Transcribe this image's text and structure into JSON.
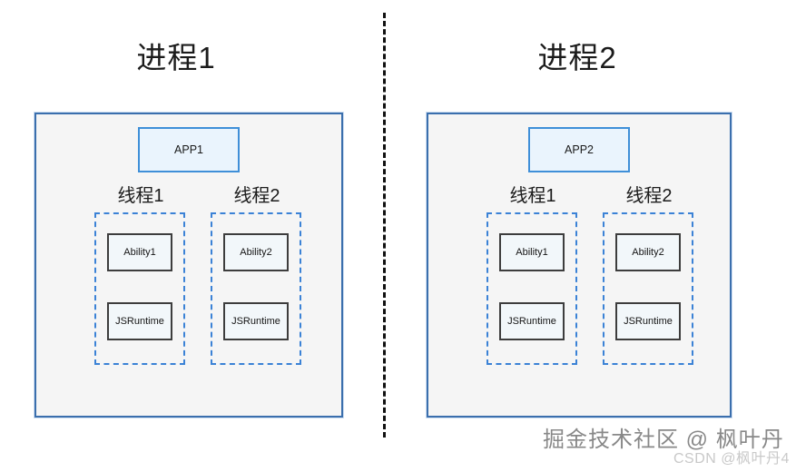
{
  "diagram": {
    "divider": "vertical-dashed-separator",
    "processes": [
      {
        "title": "进程1",
        "app": {
          "label": "APP1"
        },
        "threads": [
          {
            "label": "线程1",
            "components": [
              {
                "label": "Ability1"
              },
              {
                "label": "JSRuntime"
              }
            ]
          },
          {
            "label": "线程2",
            "components": [
              {
                "label": "Ability2"
              },
              {
                "label": "JSRuntime"
              }
            ]
          }
        ]
      },
      {
        "title": "进程2",
        "app": {
          "label": "APP2"
        },
        "threads": [
          {
            "label": "线程1",
            "components": [
              {
                "label": "Ability1"
              },
              {
                "label": "JSRuntime"
              }
            ]
          },
          {
            "label": "线程2",
            "components": [
              {
                "label": "Ability2"
              },
              {
                "label": "JSRuntime"
              }
            ]
          }
        ]
      }
    ]
  },
  "watermarks": {
    "main": "掘金技术社区 @ 枫叶丹",
    "csdn": "CSDN @枫叶丹4"
  },
  "colors": {
    "panel_border": "#3b6fad",
    "panel_fill": "#f5f5f5",
    "app_border": "#3f8fd8",
    "app_fill": "#eaf4fd",
    "thread_dashed_border": "#3b82d6",
    "component_border": "#3d3d3d",
    "component_fill": "#f2f7fa",
    "divider": "#111111",
    "text": "#1b1b1b"
  }
}
